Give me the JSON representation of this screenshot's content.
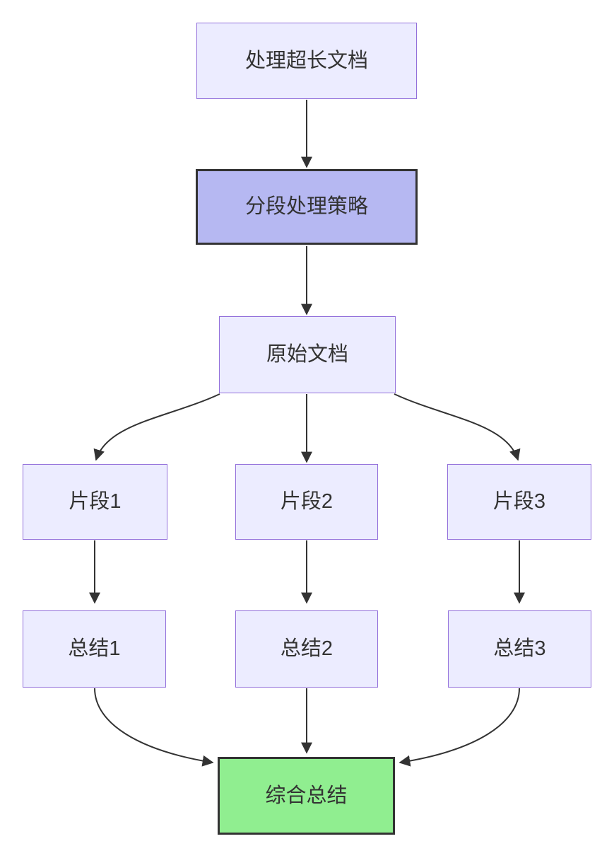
{
  "diagram": {
    "type": "flowchart",
    "direction": "top-down",
    "nodes": [
      {
        "id": "process-long-doc",
        "label": "处理超长文档",
        "kind": "default"
      },
      {
        "id": "segmentation-strategy",
        "label": "分段处理策略",
        "kind": "highlight"
      },
      {
        "id": "original-doc",
        "label": "原始文档",
        "kind": "default"
      },
      {
        "id": "fragment-1",
        "label": "片段1",
        "kind": "default"
      },
      {
        "id": "fragment-2",
        "label": "片段2",
        "kind": "default"
      },
      {
        "id": "fragment-3",
        "label": "片段3",
        "kind": "default"
      },
      {
        "id": "summary-1",
        "label": "总结1",
        "kind": "default"
      },
      {
        "id": "summary-2",
        "label": "总结2",
        "kind": "default"
      },
      {
        "id": "summary-3",
        "label": "总结3",
        "kind": "default"
      },
      {
        "id": "final-summary",
        "label": "综合总结",
        "kind": "success"
      }
    ],
    "edges": [
      {
        "from": "process-long-doc",
        "to": "segmentation-strategy"
      },
      {
        "from": "segmentation-strategy",
        "to": "original-doc"
      },
      {
        "from": "original-doc",
        "to": "fragment-1"
      },
      {
        "from": "original-doc",
        "to": "fragment-2"
      },
      {
        "from": "original-doc",
        "to": "fragment-3"
      },
      {
        "from": "fragment-1",
        "to": "summary-1"
      },
      {
        "from": "fragment-2",
        "to": "summary-2"
      },
      {
        "from": "fragment-3",
        "to": "summary-3"
      },
      {
        "from": "summary-1",
        "to": "final-summary"
      },
      {
        "from": "summary-2",
        "to": "final-summary"
      },
      {
        "from": "summary-3",
        "to": "final-summary"
      }
    ],
    "colors": {
      "background": "#ffffff",
      "node_fill": "#ECECFF",
      "node_border": "#9370DB",
      "highlight_fill": "#b6b8f2",
      "highlight_border": "#333333",
      "success_fill": "#90EE90",
      "success_border": "#333333",
      "edge": "#333333",
      "text": "#333333"
    }
  }
}
